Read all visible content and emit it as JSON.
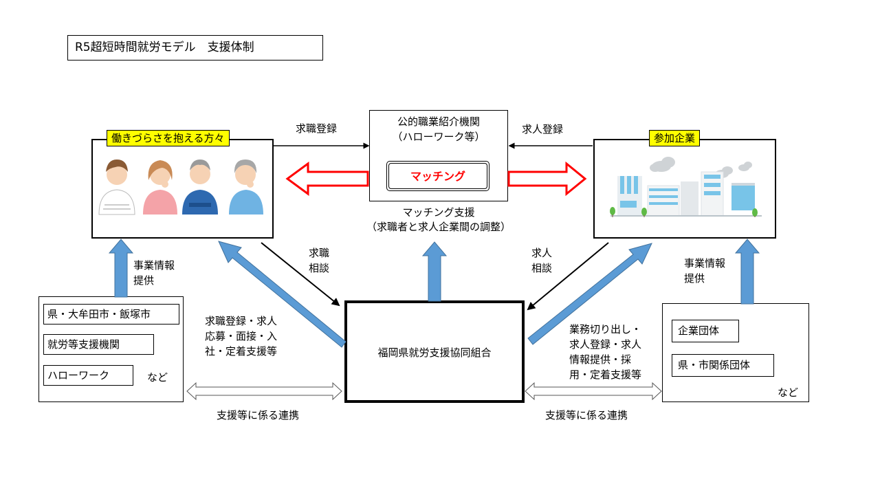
{
  "title": "R5超短時間就労モデル　支援体制",
  "workers": {
    "label": "働きづらさを抱える方々"
  },
  "companies": {
    "label": "参加企業"
  },
  "center_org": {
    "line1": "公的職業紹介機関",
    "line2": "（ハローワーク等）",
    "matching": "マッチング"
  },
  "matching_support": {
    "line1": "マッチング支援",
    "line2": "（求職者と求人企業間の調整）"
  },
  "arrow_labels": {
    "job_seeking_reg": "求職登録",
    "job_offer_reg": "求人登録",
    "job_seeking_consult": [
      "求職",
      "相談"
    ],
    "job_offer_consult": [
      "求人",
      "相談"
    ],
    "biz_info_left": [
      "事業情報",
      "提供"
    ],
    "biz_info_right": [
      "事業情報",
      "提供"
    ],
    "left_support": [
      "求職登録・求人",
      "応募・面接・入",
      "社・定着支援等"
    ],
    "right_support": [
      "業務切り出し・",
      "求人登録・求人",
      "情報提供・採",
      "用・定着支援等"
    ],
    "coop_left": "支援等に係る連携",
    "coop_right": "支援等に係る連携"
  },
  "union": {
    "label": "福岡県就労支援協同組合"
  },
  "left_partners": {
    "items": [
      "県・大牟田市・飯塚市",
      "就労等支援機関",
      "ハローワーク"
    ],
    "etc": "など"
  },
  "right_partners": {
    "items": [
      "企業団体",
      "県・市関係団体"
    ],
    "etc": "など"
  },
  "colors": {
    "blue_arrow": "#5b9bd5",
    "red_arrow": "#ff0000",
    "highlight": "#ffff00"
  },
  "icons": [
    "person-icon",
    "building-icon",
    "cloud-icon",
    "tree-icon"
  ]
}
